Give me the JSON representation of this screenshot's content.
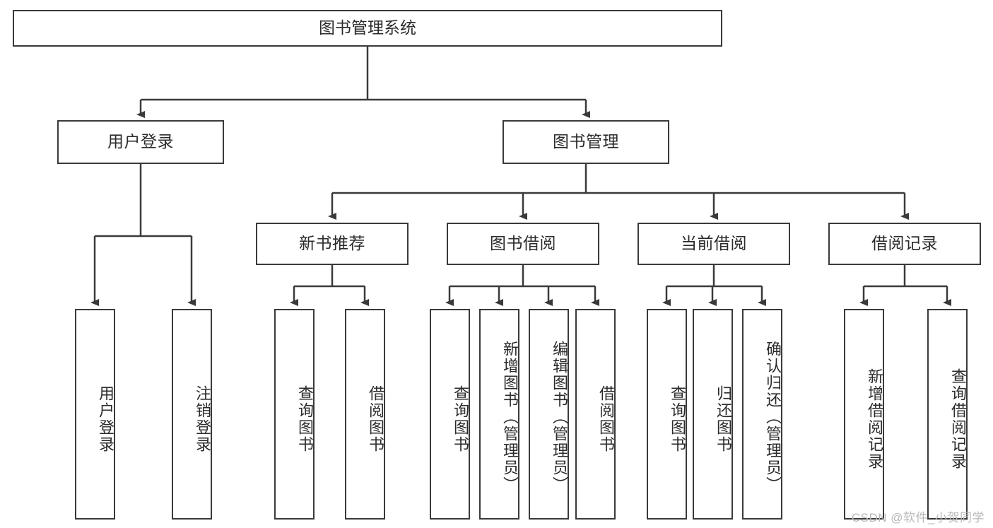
{
  "diagram": {
    "type": "tree-hierarchy",
    "title": "图书管理系统",
    "root": {
      "label": "图书管理系统"
    },
    "level2": [
      {
        "label": "用户登录"
      },
      {
        "label": "图书管理"
      }
    ],
    "level3": [
      {
        "label": "新书推荐"
      },
      {
        "label": "图书借阅"
      },
      {
        "label": "当前借阅"
      },
      {
        "label": "借阅记录"
      }
    ],
    "leaves": {
      "user_login": [
        {
          "label": "用户登录"
        },
        {
          "label": "注销登录"
        }
      ],
      "new_book_recommend": [
        {
          "label": "查询图书"
        },
        {
          "label": "借阅图书"
        }
      ],
      "book_borrow": [
        {
          "label": "查询图书"
        },
        {
          "label": "新增图书（管理员）"
        },
        {
          "label": "编辑图书（管理员）"
        },
        {
          "label": "借阅图书"
        }
      ],
      "current_borrow": [
        {
          "label": "查询图书"
        },
        {
          "label": "归还图书"
        },
        {
          "label": "确认归还（管理员）"
        }
      ],
      "borrow_record": [
        {
          "label": "新增借阅记录"
        },
        {
          "label": "查询借阅记录"
        }
      ]
    }
  },
  "watermark": {
    "text": "CSDN @软件_小贺同学"
  },
  "colors": {
    "stroke": "#3a3a3a",
    "fill": "#ffffff",
    "text": "#2b2b2b",
    "watermark": "#b9b9b9"
  }
}
